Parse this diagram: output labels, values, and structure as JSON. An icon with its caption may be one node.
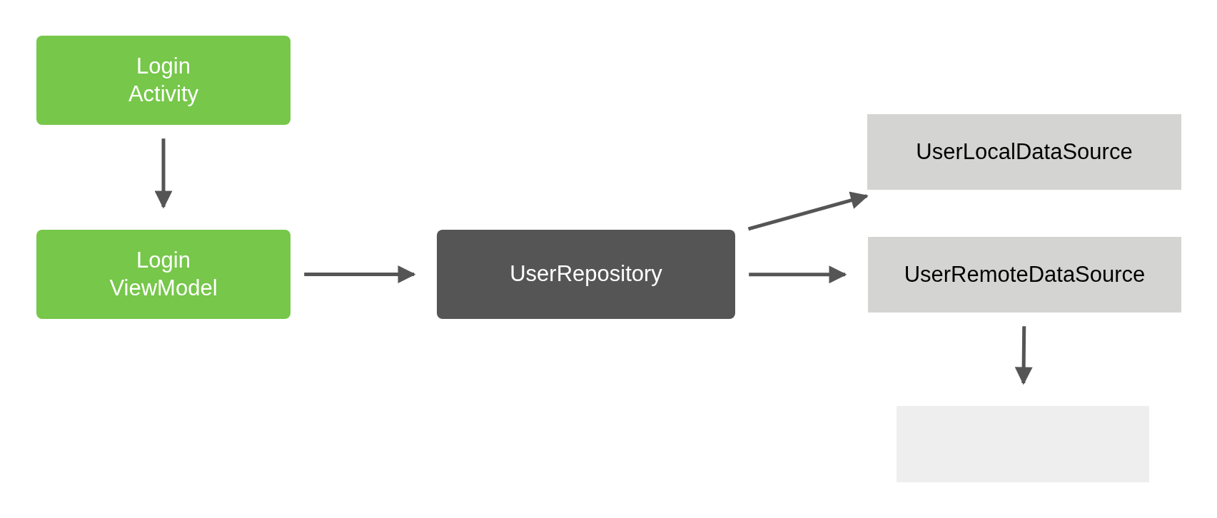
{
  "diagram": {
    "nodes": [
      {
        "text": [
          "Login Activity"
        ]
      },
      {
        "text": [
          "Login ViewModel"
        ]
      },
      {
        "text": [
          "UserRepository"
        ]
      },
      {
        "text": [
          "UserLocalDataSource"
        ]
      },
      {
        "text": [
          "UserRemoteDataSource"
        ]
      },
      {
        "text": [],
        "shape": "box"
      }
    ],
    "edges": [
      {
        "from": 0,
        "to": 1,
        "arrow": "to"
      },
      {
        "from": 1,
        "to": 2,
        "arrow": "to"
      },
      {
        "from": 2,
        "to": 3,
        "arrow": "to"
      },
      {
        "from": 2,
        "to": 4,
        "arrow": "to"
      },
      {
        "from": 4,
        "to": 5,
        "arrow": "to"
      }
    ]
  }
}
